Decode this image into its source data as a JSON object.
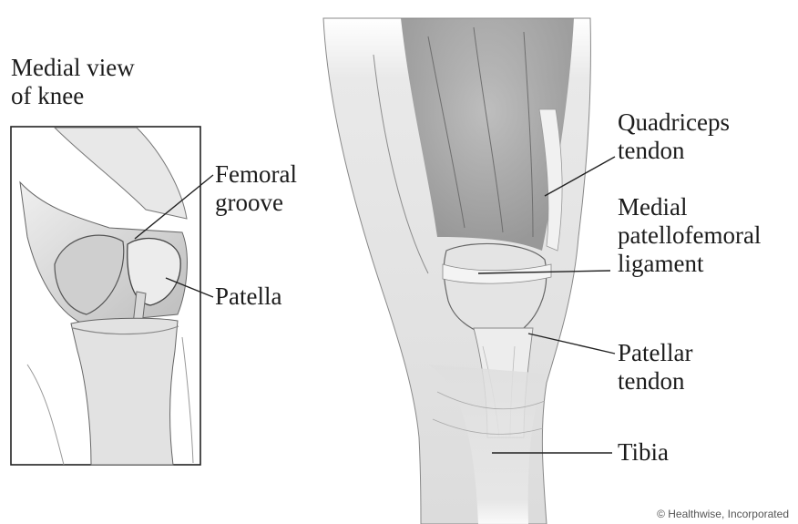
{
  "inset": {
    "title_line1": "Medial view",
    "title_line2": "of knee",
    "labels": {
      "femoral_groove_line1": "Femoral",
      "femoral_groove_line2": "groove",
      "patella": "Patella"
    }
  },
  "main": {
    "labels": {
      "quadriceps_line1": "Quadriceps",
      "quadriceps_line2": "tendon",
      "mpfl_line1": "Medial",
      "mpfl_line2": "patellofemoral",
      "mpfl_line3": "ligament",
      "patellar_line1": "Patellar",
      "patellar_line2": "tendon",
      "tibia": "Tibia"
    }
  },
  "credit": "© Healthwise, Incorporated",
  "colors": {
    "background": "#ffffff",
    "muscle_shade": "#9a9a9a",
    "tendon_light": "#e6e6e6",
    "outline": "#555555",
    "leader": "#222222"
  }
}
